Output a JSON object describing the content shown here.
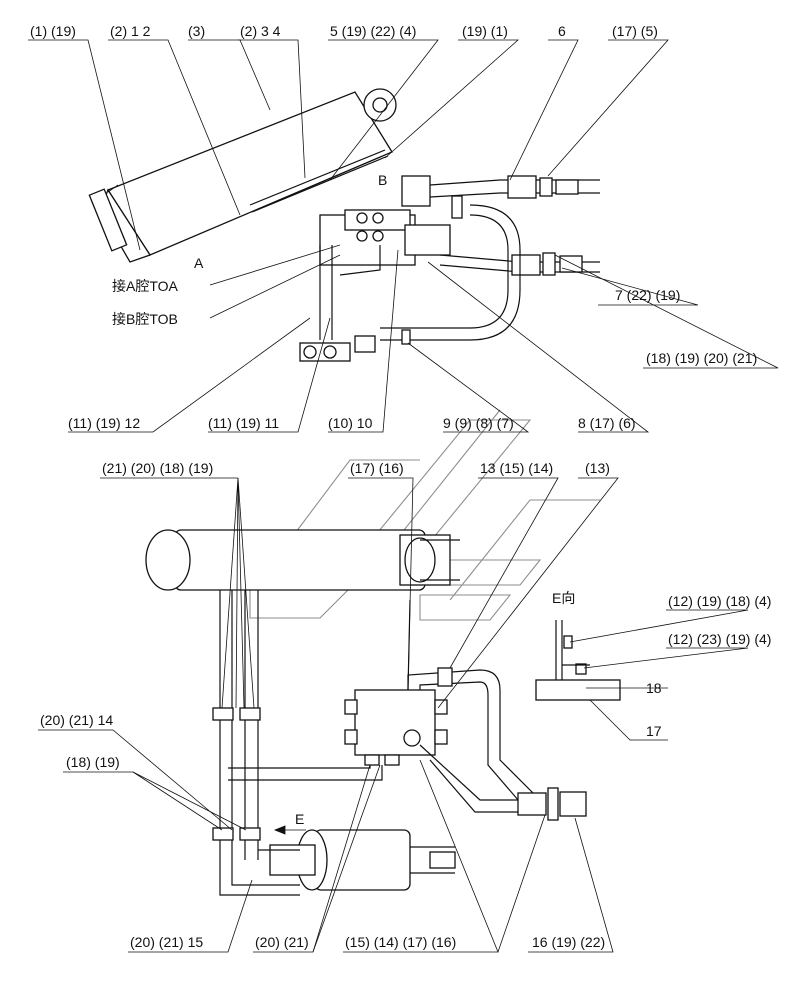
{
  "callouts": {
    "c1": "(1) (19)",
    "c2": "(2) 1 2",
    "c3": "(3)",
    "c4": "(2) 3 4",
    "c5": "5 (19) (22) (4)",
    "c6": "(19) (1)",
    "c7": "6",
    "c8": "(17) (5)",
    "c9": "7 (22) (19)",
    "c10": "(18) (19) (20) (21)",
    "c11": "(11) (19) 12",
    "c12": "(11) (19) 11",
    "c13": "(10) 10",
    "c14": "9 (9) (8) (7)",
    "c15": "8 (17) (6)",
    "c16": "(21) (20) (18) (19)",
    "c17": "(17) (16)",
    "c18": "13 (15) (14)",
    "c19": "(13)",
    "c20": "(12) (19) (18) (4)",
    "c21": "(12) (23) (19) (4)",
    "c22": "18",
    "c23": "17",
    "c24": "(20) (21) 14",
    "c25": "(18) (19)",
    "c26": "(20) (21) 15",
    "c27": "(20) (21)",
    "c28": "(15) (14) (17) (16)",
    "c29": "16 (19) (22)"
  },
  "ports": {
    "a": "A",
    "b": "B"
  },
  "notes": {
    "to_a": "接A腔TOA",
    "to_b": "接B腔TOB",
    "e_view": "E向",
    "e_arrow": "E"
  }
}
